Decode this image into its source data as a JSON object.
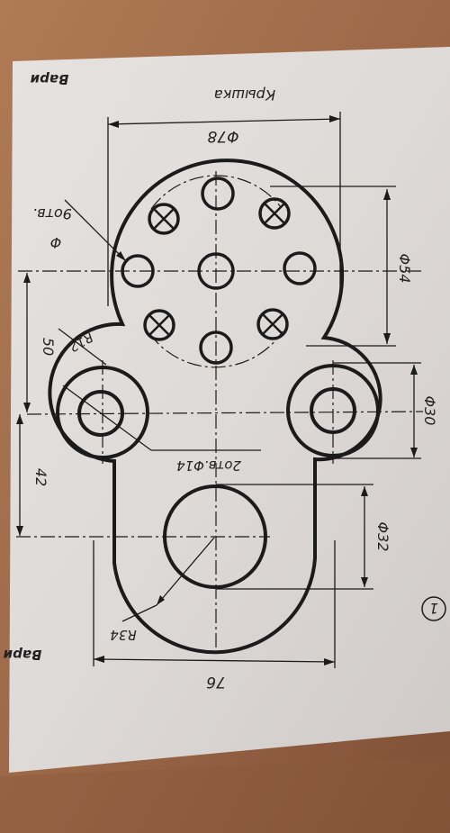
{
  "drawing": {
    "title": "Крышка",
    "header_left": "Вари",
    "header_right": "Вари",
    "variant_number": "1",
    "dimensions": {
      "top_width": "Φ78",
      "holes_label": "9отв.",
      "holes_diameter_symbol": "Φ",
      "radius_small": "R12",
      "vertical_left_top": "50",
      "vertical_left_bottom": "42",
      "bolt_circle": "Φ54",
      "side_hole": "Φ30",
      "two_holes": "2отв.Φ14",
      "bottom_hole": "Φ32",
      "radius_large": "R34",
      "bottom_width": "76"
    }
  }
}
